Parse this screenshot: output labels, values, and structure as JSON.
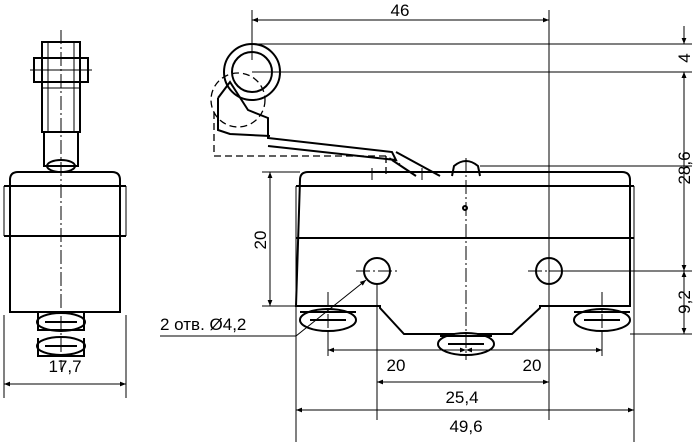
{
  "dimensions": {
    "width_46": "46",
    "offset_4": "4",
    "height_28_6": "28,6",
    "height_20": "20",
    "height_9_2": "9,2",
    "holes_label": "2 отв. Ø4,2",
    "side_width_17_7": "17,7",
    "pitch_left_20": "20",
    "pitch_right_20": "20",
    "hole_spacing_25_4": "25,4",
    "body_length_49_6": "49,6"
  }
}
